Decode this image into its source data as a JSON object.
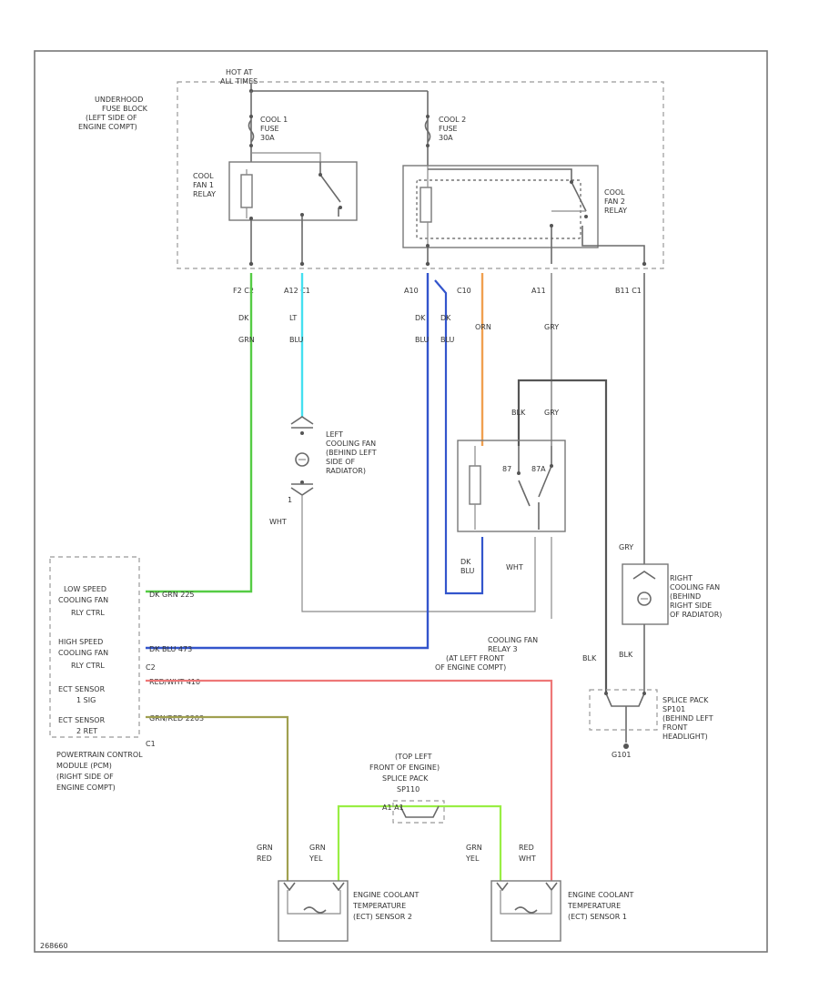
{
  "colors": {
    "green": "#55cc44",
    "cyan": "#44e0f0",
    "blue": "#3355cc",
    "orange": "#f0a050",
    "red": "#ee7777",
    "olive": "#a0a050",
    "lime": "#99ee44",
    "dark": "#555555"
  },
  "labels": {
    "hot_at_all_times": [
      "HOT AT",
      "ALL TIMES"
    ],
    "underhood_fuse_block": [
      "UNDERHOOD",
      "FUSE BLOCK",
      "(LEFT SIDE OF",
      "ENGINE COMPT)"
    ],
    "cool1_fuse": [
      "COOL 1",
      "FUSE",
      "30A"
    ],
    "cool2_fuse": [
      "COOL 2",
      "FUSE",
      "30A"
    ],
    "cool_fan1_relay": [
      "COOL",
      "FAN 1",
      "RELAY"
    ],
    "cool_fan2_relay": [
      "COOL",
      "FAN 2",
      "RELAY"
    ],
    "term_f2_c2": "F2  C2",
    "term_a12_c1": "A12  C1",
    "term_a10": "A10",
    "term_c10": "C10",
    "term_a11": "A11",
    "term_b11_c1": "B11  C1",
    "left_cooling_fan": [
      "LEFT",
      "COOLING FAN",
      "(BEHIND LEFT",
      "SIDE OF",
      "RADIATOR)"
    ],
    "left_fan_pin1": "1",
    "left_fan_wht": "WHT",
    "relay3_pin87": "87",
    "relay3_pin87a": "87A",
    "relay3_wht": "WHT",
    "relay3_dk_blu": [
      "DK",
      "BLU"
    ],
    "cooling_fan_relay3": [
      "COOLING FAN",
      "RELAY 3",
      "(AT LEFT FRONT",
      "OF ENGINE COMPT)"
    ],
    "right_cooling_fan_gry": "GRY",
    "right_cooling_fan": [
      "RIGHT",
      "COOLING FAN",
      "(BEHIND",
      "RIGHT SIDE",
      "OF RADIATOR)"
    ],
    "blk_left": "BLK",
    "blk_right": "BLK",
    "splice_pack": [
      "SPLICE PACK",
      "SP101",
      "(BEHIND LEFT",
      "FRONT",
      "HEADLIGHT)"
    ],
    "ground_g101": "G101",
    "pcm_low_speed": [
      "LOW SPEED",
      "COOLING FAN",
      "RLY CTRL"
    ],
    "pcm_high_speed": [
      "HIGH SPEED",
      "COOLING FAN",
      "RLY CTRL"
    ],
    "pcm_ect_sensor1": [
      "ECT SENSOR",
      "1 SIG"
    ],
    "pcm_ect_sensor2": [
      "ECT SENSOR",
      "2 RET"
    ],
    "pcm_c2": "C2",
    "pcm_c1": "C1",
    "wire_low": "DK GRN  225",
    "wire_high": "DK BLU  473",
    "wire_ect1": "RED/WHT  410",
    "wire_ect2": "GRN/RED  2203",
    "pcm_title": [
      "POWERTRAIN CONTROL",
      "MODULE (PCM)",
      "(RIGHT SIDE OF",
      "ENGINE COMPT)"
    ],
    "splice_sp110": [
      "(TOP LEFT",
      "FRONT OF ENGINE)",
      "SPLICE PACK",
      "SP110"
    ],
    "splice_sp110_pins": "A1     A1",
    "ect2_wires_a": [
      "GRN",
      "RED"
    ],
    "ect2_wires_b": [
      "GRN",
      "YEL"
    ],
    "ect1_wires_a": [
      "GRN",
      "YEL"
    ],
    "ect1_wires_b": [
      "RED",
      "WHT"
    ],
    "ect2_label": [
      "ENGINE COOLANT",
      "TEMPERATURE",
      "(ECT) SENSOR 2"
    ],
    "ect1_label": [
      "ENGINE COOLANT",
      "TEMPERATURE",
      "(ECT) SENSOR 1"
    ],
    "wire_f2_grn": [
      "DK",
      "GRN"
    ],
    "wire_a12_blu": [
      "LT",
      "BLU"
    ],
    "wire_a10_blu": [
      "DK",
      "BLU"
    ],
    "wire_a10_blu2": [
      "DK",
      "BLU"
    ],
    "wire_c10_orn": "ORN",
    "wire_a11_gry": "GRY",
    "wire_relay3_top": [
      "BLK",
      "GRY"
    ],
    "footer_code": "268660"
  }
}
